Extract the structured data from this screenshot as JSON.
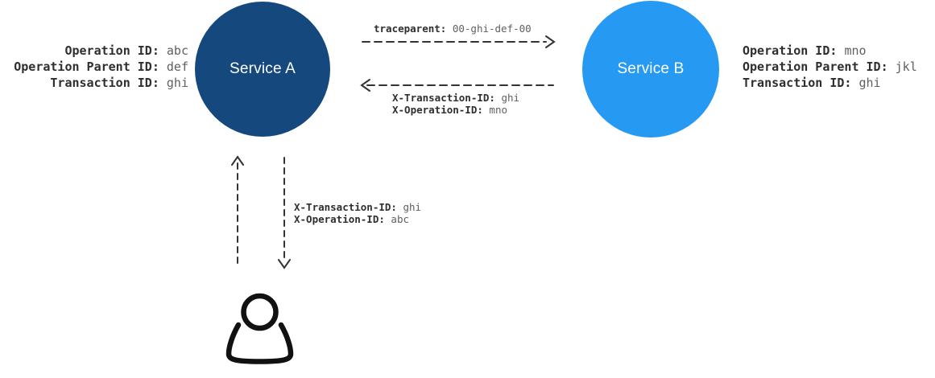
{
  "colors": {
    "service_a": "#15497e",
    "service_b": "#2699f2",
    "service_text": "#ffffff",
    "arrow": "#333333",
    "label_text": "#2e2e2e",
    "value_text": "#5f5f5f",
    "person": "#111111"
  },
  "service_a": {
    "name": "Service A",
    "info": [
      {
        "label": "Operation ID:",
        "value": "abc"
      },
      {
        "label": "Operation Parent ID:",
        "value": "def"
      },
      {
        "label": "Transaction ID:",
        "value": "ghi"
      }
    ]
  },
  "service_b": {
    "name": "Service B",
    "info": [
      {
        "label": "Operation ID:",
        "value": "mno"
      },
      {
        "label": "Operation Parent ID:",
        "value": "jkl"
      },
      {
        "label": "Transaction ID:",
        "value": "ghi"
      }
    ]
  },
  "request_arrow": {
    "direction": "right",
    "label": "traceparent:",
    "value": "00-ghi-def-00"
  },
  "response_arrow": {
    "direction": "left",
    "lines": [
      {
        "label": "X-Transaction-ID:",
        "value": "ghi"
      },
      {
        "label": "X-Operation-ID:",
        "value": "mno"
      }
    ]
  },
  "client_arrows": {
    "up_direction": "up",
    "down_direction": "down",
    "lines": [
      {
        "label": "X-Transaction-ID:",
        "value": "ghi"
      },
      {
        "label": "X-Operation-ID:",
        "value": "abc"
      }
    ]
  },
  "icons": {
    "person": "person-outline"
  }
}
